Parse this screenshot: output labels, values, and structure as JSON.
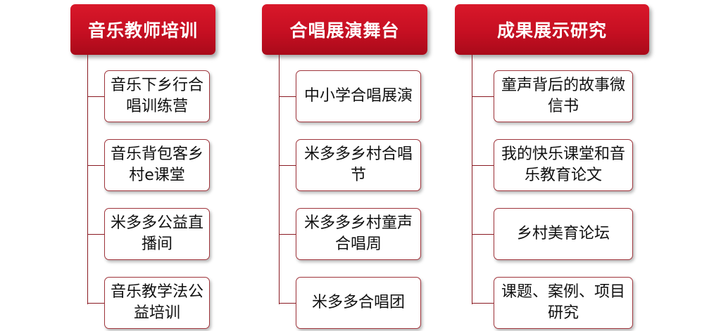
{
  "columns": [
    {
      "title": "音乐教师培训",
      "items": [
        "音乐下乡行合唱训练营",
        "音乐背包客乡村e课堂",
        "米多多公益直播间",
        "音乐教学法公益培训"
      ]
    },
    {
      "title": "合唱展演舞台",
      "items": [
        "中小学合唱展演",
        "米多多乡村合唱节",
        "米多多乡村童声合唱周",
        "米多多合唱团"
      ]
    },
    {
      "title": "成果展示研究",
      "items": [
        "童声背后的故事微信书",
        "我的快乐课堂和音乐教育论文",
        "乡村美育论坛",
        "课题、案例、项目研究"
      ]
    }
  ],
  "colors": {
    "header_fill": "#c60f22",
    "connector": "#8a1a22",
    "box_border": "#a0353c"
  }
}
